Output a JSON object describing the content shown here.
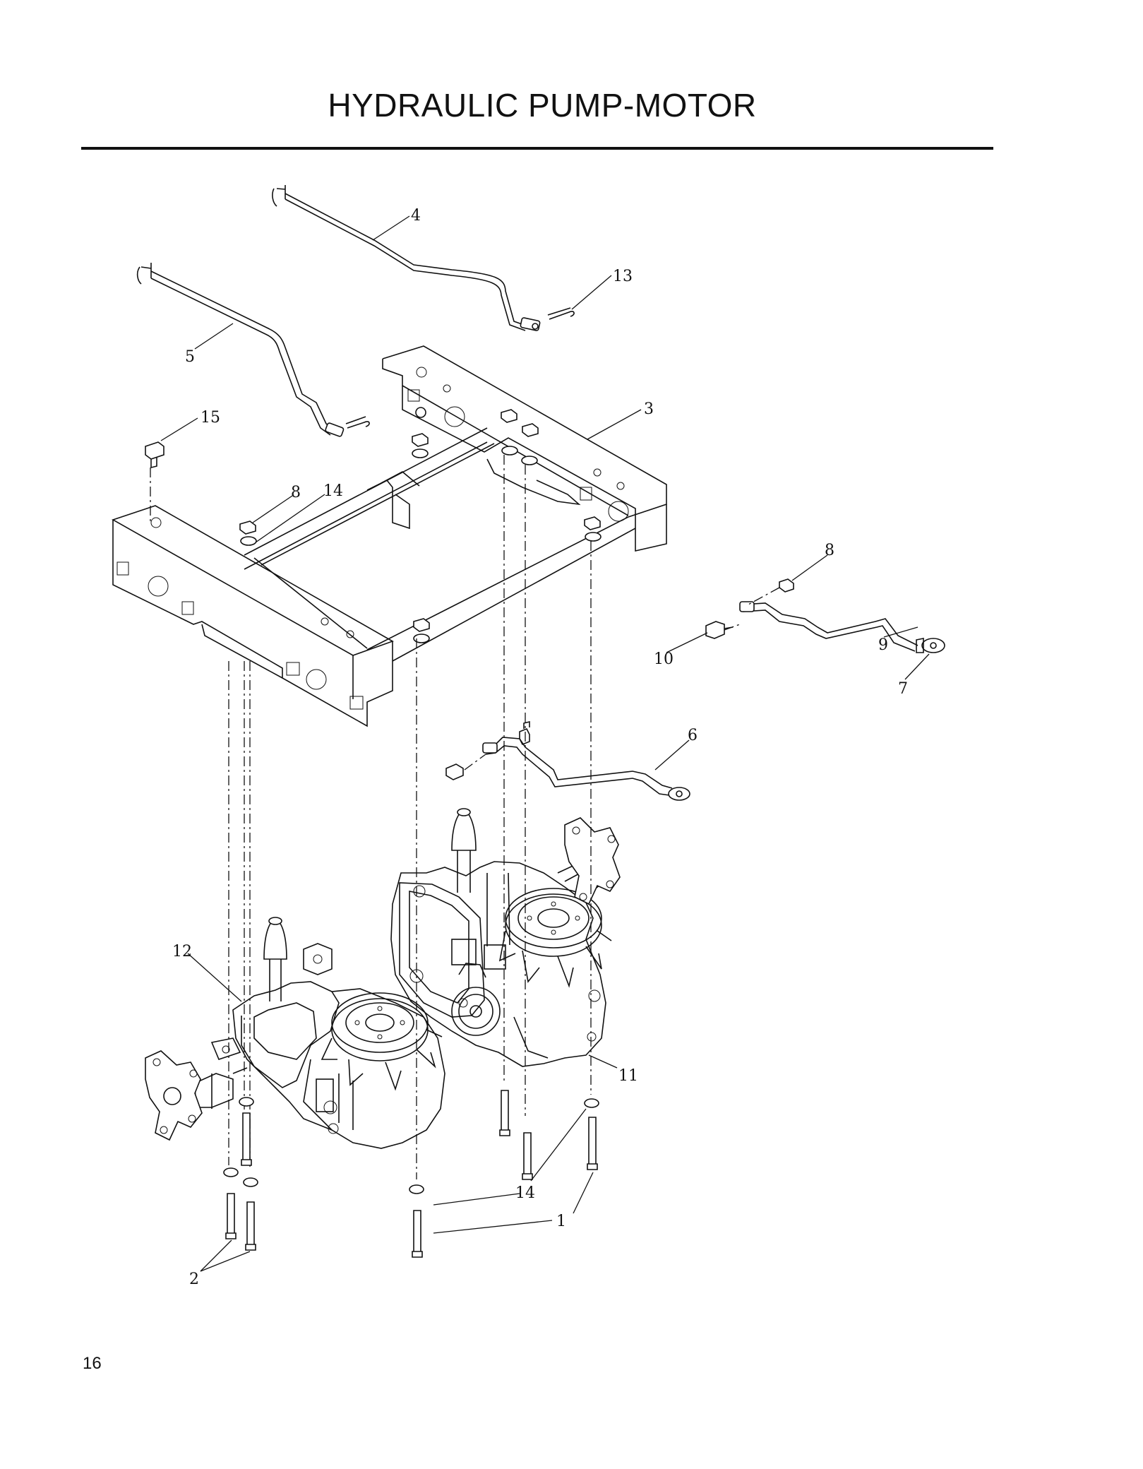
{
  "header": {
    "title": "HYDRAULIC PUMP-MOTOR"
  },
  "callouts": [
    "1",
    "1",
    "2",
    "2",
    "3",
    "4",
    "5",
    "6",
    "7",
    "8",
    "8",
    "9",
    "10",
    "11",
    "12",
    "13",
    "14",
    "14",
    "15"
  ],
  "footer": {
    "page_number": "16"
  }
}
